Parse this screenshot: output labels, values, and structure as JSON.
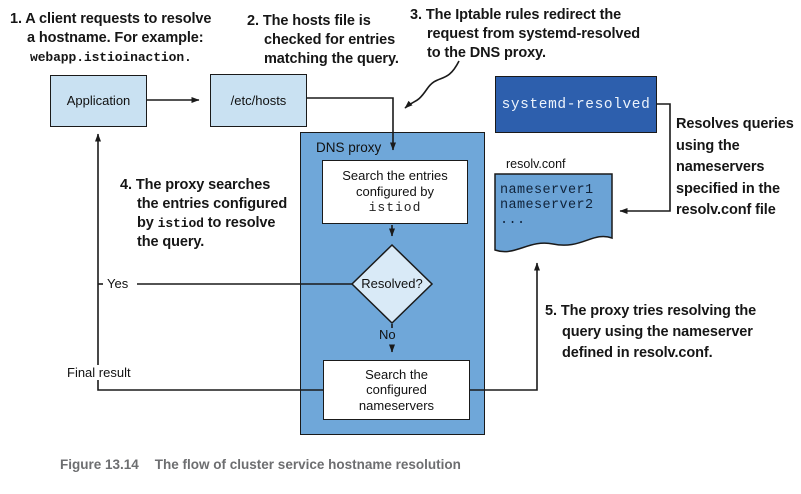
{
  "colors": {
    "box_light": "#c9e1f2",
    "box_medium": "#6fa7d9",
    "box_document": "#6ba3d6",
    "box_dark": "#2d5fad",
    "diamond_fill": "#d9eaf7",
    "line": "#1a1a1a",
    "text": "#161616",
    "mono_dark": "#10233a",
    "mono_light": "#ecf3fc",
    "caption": "#6d6e70",
    "background": "#ffffff"
  },
  "annotations": {
    "n1": {
      "line1": "1. A client requests to resolve",
      "line2": "a hostname. For example:",
      "mono": "webapp.istioinaction."
    },
    "n2": {
      "line1": "2. The hosts file is",
      "line2": "checked for entries",
      "line3": "matching the query."
    },
    "n3": {
      "line1": "3. The Iptable rules redirect the",
      "line2": "request from systemd-resolved",
      "line3": "to the DNS proxy."
    },
    "n4": {
      "line1": "4. The proxy searches",
      "line2": "the entries configured",
      "line3_pre": "by ",
      "line3_mono": "istiod",
      "line3_post": " to resolve",
      "line4": "the query."
    },
    "n5": {
      "line1": "5. The proxy tries resolving the",
      "line2": "query using the nameserver",
      "line3": "defined in resolv.conf."
    },
    "side_note": {
      "line1": "Resolves queries",
      "line2": "using the",
      "line3": "nameservers",
      "line4": "specified in the",
      "line5": "resolv.conf file"
    }
  },
  "nodes": {
    "application": "Application",
    "etc_hosts": "/etc/hosts",
    "dns_proxy": "DNS proxy",
    "search_entries": {
      "line1": "Search the entries",
      "line2": "configured by",
      "mono": "istiod"
    },
    "decision": "Resolved?",
    "search_nameservers": {
      "line1": "Search the",
      "line2": "configured",
      "line3": "nameservers"
    },
    "systemd_resolved": "systemd-resolved",
    "resolv_conf_label": "resolv.conf",
    "resolv_conf": {
      "line1": "nameserver1",
      "line2": "nameserver2",
      "line3": "..."
    }
  },
  "edge_labels": {
    "yes": "Yes",
    "no": "No",
    "final_result": "Final result"
  },
  "caption": {
    "figure": "Figure 13.14",
    "title": "The flow of cluster service hostname resolution"
  }
}
